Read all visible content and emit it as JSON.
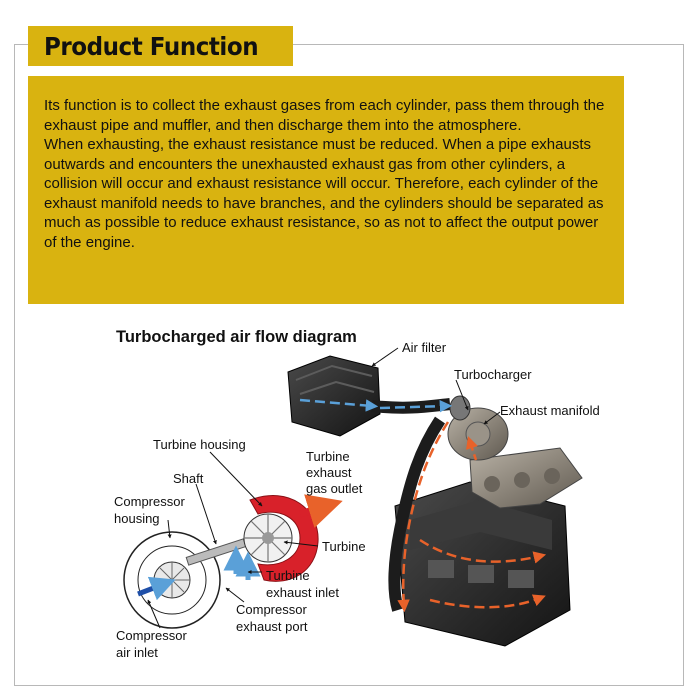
{
  "header": {
    "title": "Product Function"
  },
  "description": {
    "paragraph1": "Its function is to collect the exhaust gases from each cylinder, pass them through the exhaust pipe and muffler, and then discharge them into the atmosphere.",
    "paragraph2": "When exhausting, the exhaust resistance must be reduced. When a pipe exhausts outwards and encounters the unexhausted exhaust gas from other cylinders, a collision will occur and exhaust resistance will occur. Therefore, each cylinder of the exhaust manifold needs to have branches, and the cylinders should be separated as much as possible to reduce exhaust resistance, so as not to affect the output power of the engine."
  },
  "diagram": {
    "title": "Turbocharged air flow diagram",
    "labels": {
      "air_filter": "Air filter",
      "turbocharger": "Turbocharger",
      "exhaust_manifold": "Exhaust manifold",
      "turbine_housing": "Turbine housing",
      "shaft": "Shaft",
      "compressor_housing_1": "Compressor",
      "compressor_housing_2": "housing",
      "turbine_exhaust_outlet_1": "Turbine",
      "turbine_exhaust_outlet_2": "exhaust",
      "turbine_exhaust_outlet_3": "gas outlet",
      "turbine": "Turbine",
      "turbine_exhaust_inlet_1": "Turbine",
      "turbine_exhaust_inlet_2": "exhaust inlet",
      "compressor_exhaust_port_1": "Compressor",
      "compressor_exhaust_port_2": "exhaust port",
      "compressor_air_inlet_1": "Compressor",
      "compressor_air_inlet_2": "air inlet"
    }
  },
  "colors": {
    "accent": "#d9b310",
    "exhaust_flow": "#e8622a",
    "intake_flow": "#5aa0d8",
    "turbine_red": "#d8212a"
  }
}
